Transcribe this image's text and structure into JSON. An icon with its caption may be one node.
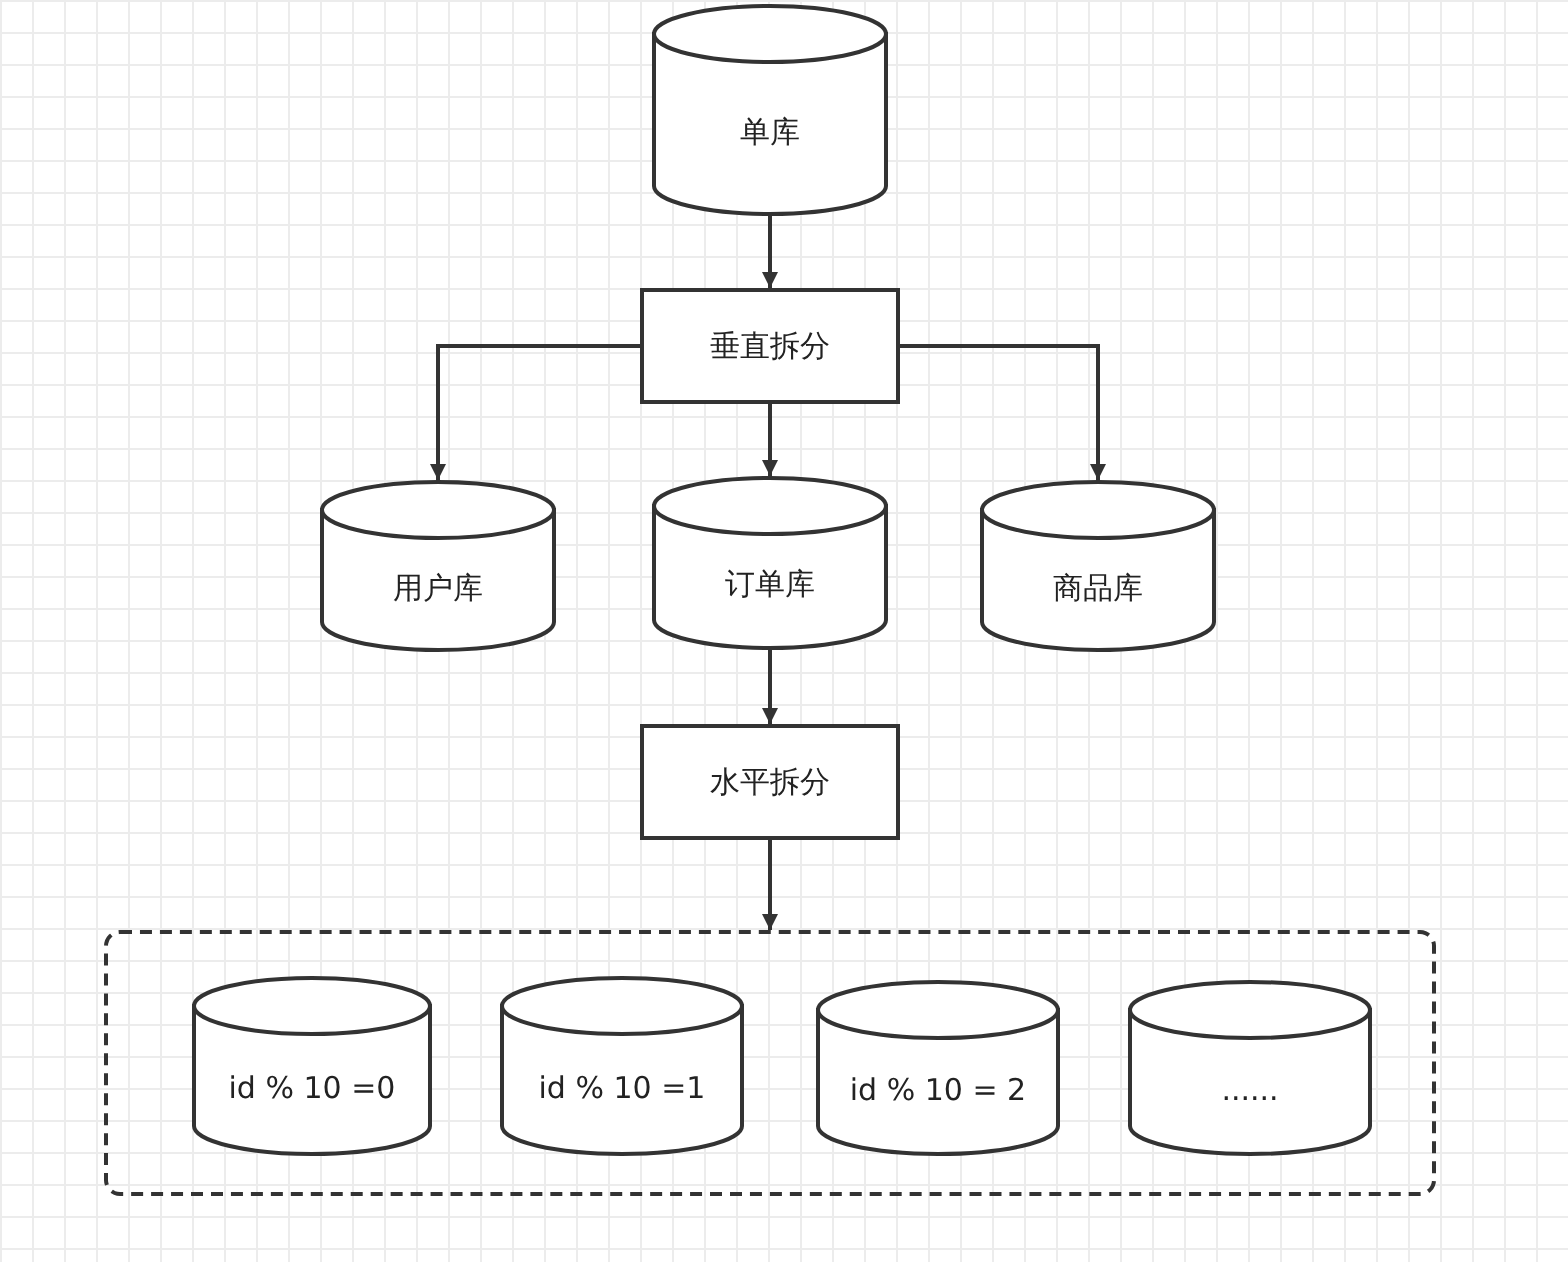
{
  "diagram": {
    "nodes": [
      {
        "text": [
          "单库"
        ]
      },
      {
        "text": [
          "垂直拆分"
        ]
      },
      {
        "text": [
          "用户库"
        ]
      },
      {
        "text": [
          "订单库"
        ]
      },
      {
        "text": [
          "商品库"
        ]
      },
      {
        "text": [
          "水平拆分"
        ]
      },
      {
        "text": [],
        "shape": "box"
      },
      {
        "text": [
          "id % 10 =0"
        ],
        "in": 6
      },
      {
        "text": [
          "id % 10 =1"
        ],
        "in": 6
      },
      {
        "text": [
          "id % 10 = 2"
        ],
        "in": 6
      },
      {
        "text": [
          "......"
        ],
        "in": 6
      }
    ],
    "edges": [
      {
        "from": 0,
        "to": 1,
        "arrow": "to"
      },
      {
        "from": 1,
        "to": 2,
        "arrow": "to"
      },
      {
        "from": 1,
        "to": 3,
        "arrow": "to"
      },
      {
        "from": 1,
        "to": 4,
        "arrow": "to"
      },
      {
        "from": 3,
        "to": 5,
        "arrow": "to"
      },
      {
        "from": 5,
        "to": 6,
        "arrow": "to"
      }
    ]
  }
}
